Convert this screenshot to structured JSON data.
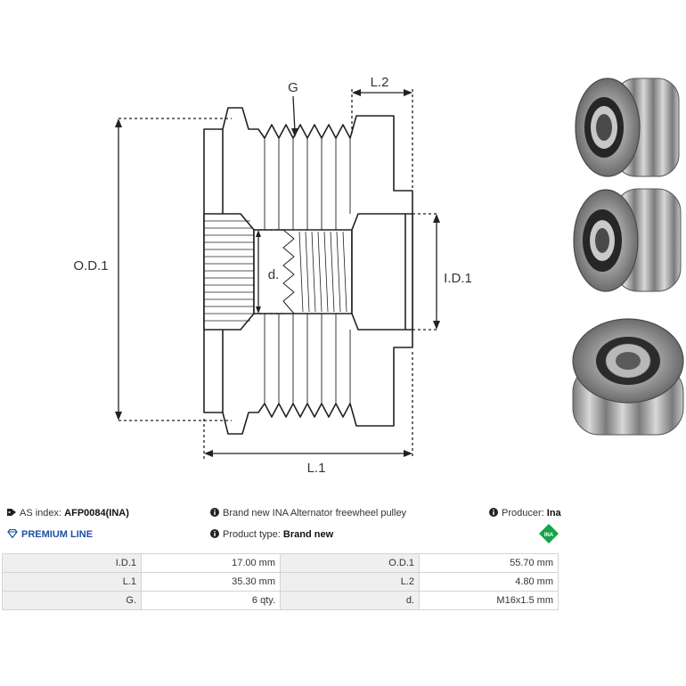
{
  "drawing": {
    "labels": {
      "g": "G",
      "l2": "L.2",
      "od1": "O.D.1",
      "id1": "I.D.1",
      "d": "d.",
      "l1": "L.1"
    },
    "photos": [
      "pulley-photo-front",
      "pulley-photo-angled",
      "pulley-photo-back"
    ]
  },
  "info": {
    "as_index_label": "AS index:",
    "as_index_value": "AFP0084(INA)",
    "description": "Brand new INA Alternator freewheel pulley",
    "producer_label": "Producer:",
    "producer_value": "Ina",
    "premium_line": "PREMIUM LINE",
    "product_type_label": "Product type:",
    "product_type_value": "Brand new",
    "ina_logo_text": "INA"
  },
  "colors": {
    "premium": "#1f4fa3",
    "ina_logo": "#16a34a",
    "label_cell_bg": "#efefef"
  },
  "specs": {
    "rows": [
      {
        "k1": "I.D.1",
        "v1": "17.00 mm",
        "k2": "O.D.1",
        "v2": "55.70 mm"
      },
      {
        "k1": "L.1",
        "v1": "35.30 mm",
        "k2": "L.2",
        "v2": "4.80 mm"
      },
      {
        "k1": "G.",
        "v1": "6 qty.",
        "k2": "d.",
        "v2": "M16x1.5 mm"
      }
    ]
  }
}
